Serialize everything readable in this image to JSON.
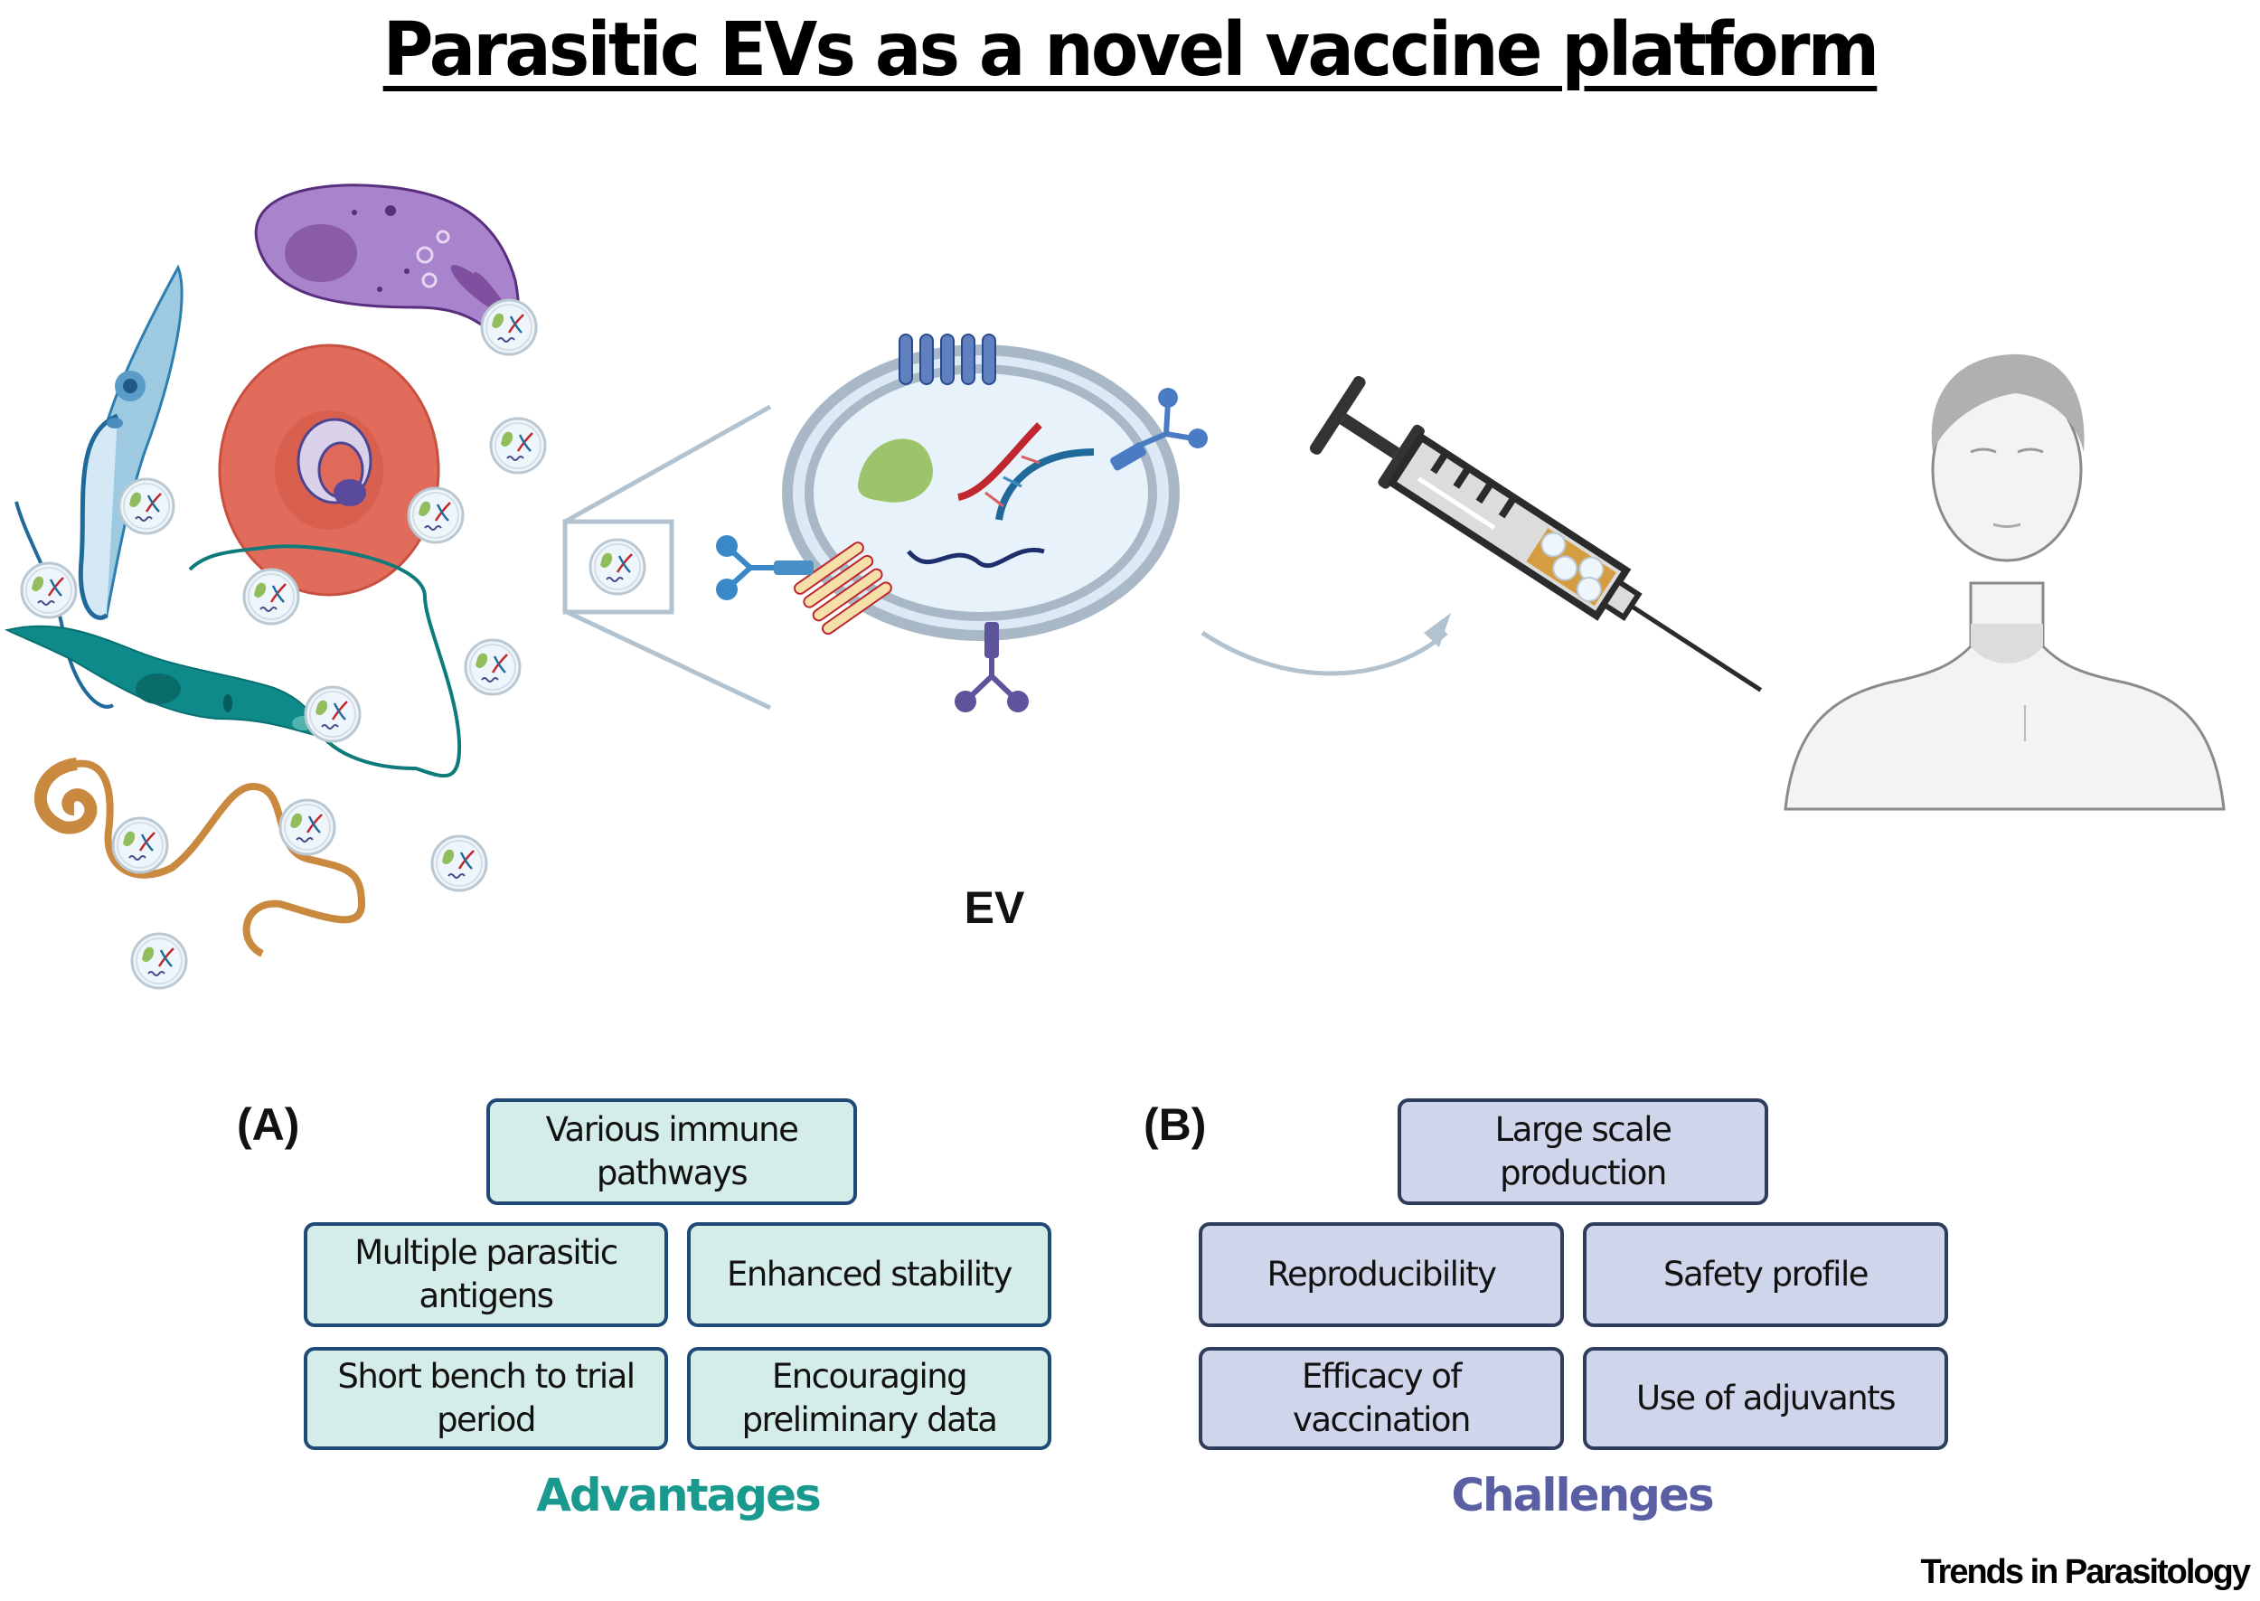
{
  "title": "Parasitic EVs as a novel vaccine platform",
  "illustration": {
    "ev_label": "EV",
    "parasites": [
      "trypanosome-light-blue",
      "toxoplasma-purple",
      "plasmodium-infected-red-blood-cell",
      "trypanosome-teal",
      "helminth-worm-brown"
    ],
    "ev_cargo": [
      "protein",
      "dna",
      "rna"
    ],
    "colors": {
      "membrane": "#a9b8c6",
      "ev_interior": "#e8f2fb",
      "protein": "#9cc46a",
      "dna_red": "#c0262d",
      "dna_blue": "#1f6a9a",
      "arrow": "#b3c2cf"
    }
  },
  "panels": {
    "advantages": {
      "label": "(A)",
      "title": "Advantages",
      "color": "#1a9a8e",
      "items": [
        "Various immune pathways",
        "Multiple parasitic antigens",
        "Enhanced stability",
        "Short bench to trial period",
        "Encouraging preliminary data"
      ]
    },
    "challenges": {
      "label": "(B)",
      "title": "Challenges",
      "color": "#5a5fa3",
      "items": [
        "Large scale production",
        "Reproducibility",
        "Safety profile",
        "Efficacy of vaccination",
        "Use of adjuvants"
      ]
    }
  },
  "footer": "Trends in Parasitology"
}
